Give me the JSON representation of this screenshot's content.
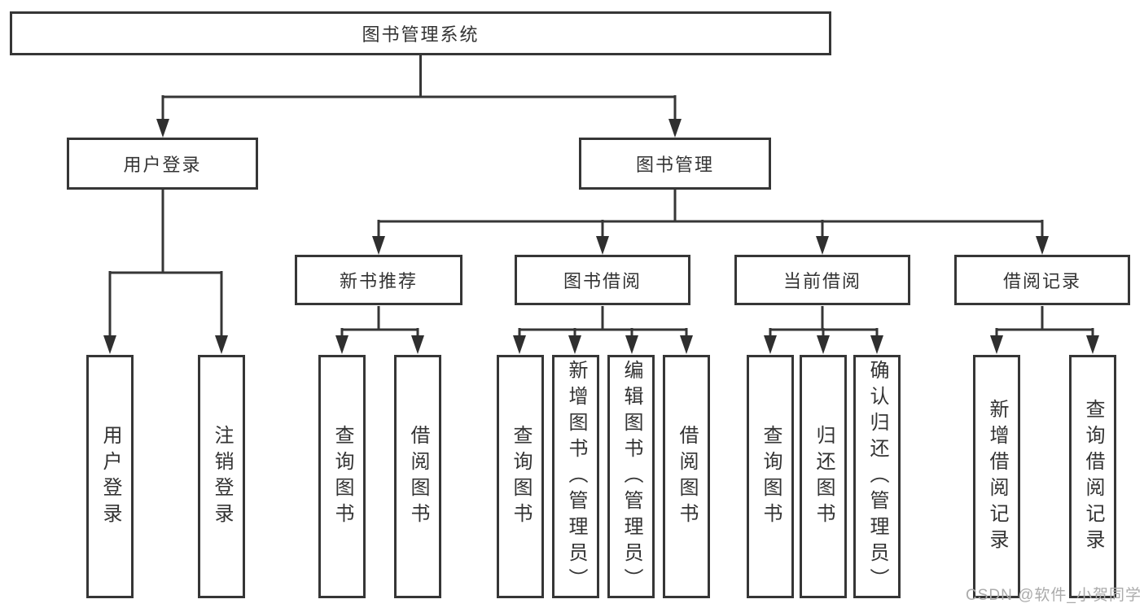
{
  "root": {
    "label": "图书管理系统"
  },
  "level2": {
    "user_login": "用户登录",
    "book_mgmt": "图书管理"
  },
  "level3": {
    "new_book_rec": "新书推荐",
    "book_borrow": "图书借阅",
    "current_borrow": "当前借阅",
    "borrow_records": "借阅记录"
  },
  "leaves": {
    "user_login": "用户登录",
    "logout": "注销登录",
    "rec_query_book": "查询图书",
    "rec_borrow_book": "借阅图书",
    "bb_query_book": "查询图书",
    "bb_add_book": "新增图书（管理员）",
    "bb_edit_book": "编辑图书（管理员）",
    "bb_borrow_book": "借阅图书",
    "cb_query_book": "查询图书",
    "cb_return_book": "归还图书",
    "cb_confirm_return": "确认归还（管理员）",
    "br_add_record": "新增借阅记录",
    "br_query_record": "查询借阅记录"
  },
  "watermark": {
    "text": "CSDN @软件_小贺同学"
  },
  "colors": {
    "line": "#363636",
    "box_border": "#363636",
    "text": "#333333",
    "watermark": "#ababab",
    "background": "#ffffff"
  }
}
